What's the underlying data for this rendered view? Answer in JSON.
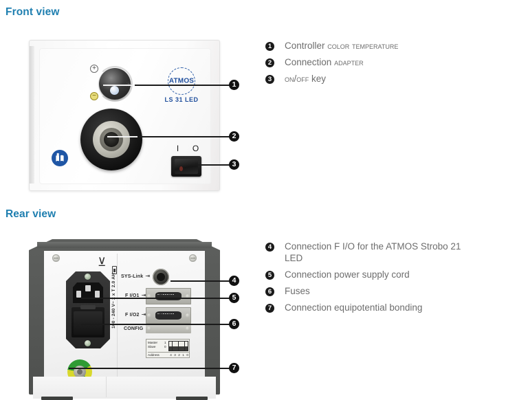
{
  "sections": {
    "front": {
      "heading": "Front view"
    },
    "rear": {
      "heading": "Rear view"
    }
  },
  "front_legend": [
    {
      "num": "❶",
      "number": "1",
      "text_plain": "Controller ",
      "text_smallcaps": "COLOR TEMPERATURE"
    },
    {
      "num": "❷",
      "number": "2",
      "text_plain": "Connection ",
      "text_smallcaps": "ADAPTER"
    },
    {
      "num": "❸",
      "number": "3",
      "text_plain": "",
      "text_smallcaps": "ON/OFF",
      "text_suffix": " key"
    }
  ],
  "rear_legend": [
    {
      "number": "4",
      "text": "Connection F I/O for the ATMOS Strobo 21 LED"
    },
    {
      "number": "5",
      "text": "Connection power supply cord"
    },
    {
      "number": "6",
      "text": "Fuses"
    },
    {
      "number": "7",
      "text": "Connection equipotential bonding"
    }
  ],
  "front_callouts": [
    {
      "number": "1"
    },
    {
      "number": "2"
    },
    {
      "number": "3"
    }
  ],
  "rear_callouts": [
    {
      "number": "4"
    },
    {
      "number": "5"
    },
    {
      "number": "6"
    },
    {
      "number": "7"
    }
  ],
  "front_device": {
    "brand": "ATMOS",
    "model": "LS 31 LED",
    "knob": {
      "plus_symbol": "+",
      "minus_symbol": "−",
      "sun_symbol": "☀"
    },
    "switch": {
      "on_mark": "I",
      "off_mark": "O"
    }
  },
  "rear_device": {
    "connectors": [
      {
        "label": "SYS-Link",
        "arrow": "⇥"
      },
      {
        "label": "F I/O1",
        "arrow": "⇥"
      },
      {
        "label": "F I/O2",
        "arrow": "⇥"
      },
      {
        "label": "CONFIG",
        "arrow": ""
      }
    ],
    "rating_text": "100 - 240 V~  2 x T 2.0 AH",
    "equipotential_symbol": "⊻",
    "dip": {
      "row1_label": "Master",
      "row2_label": "Slave",
      "row1_value": "1",
      "row2_value": "0",
      "address_label": "Address",
      "address_bits": "4 3 2 1 0"
    }
  },
  "colors": {
    "heading_blue": "#1f7fb0",
    "legend_gray": "#6d6d6d",
    "callout_black": "#111111",
    "brand_blue": "#1f4e9c",
    "chassis_gray": "#5d5f5d",
    "equipotential_green": "#2f9b34",
    "equipotential_yellow": "#d8d82c"
  }
}
